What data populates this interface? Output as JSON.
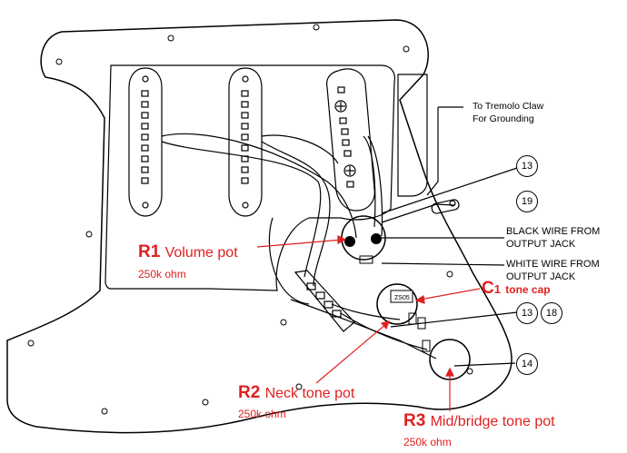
{
  "labels": {
    "r1": {
      "id": "R1",
      "name": "Volume pot",
      "value": "250k ohm"
    },
    "r2": {
      "id": "R2",
      "name": "Neck tone pot",
      "value": "250k ohm"
    },
    "r3": {
      "id": "R3",
      "name": "Mid/bridge tone pot",
      "value": "250k ohm"
    },
    "c1": {
      "id": "C",
      "sub": "1",
      "name": "tone cap"
    }
  },
  "notes": {
    "tremolo_line1": "To Tremolo Claw",
    "tremolo_line2": "For Grounding",
    "black_line1": "BLACK WIRE  FROM",
    "black_line2": "OUTPUT JACK",
    "white_line1": "WHITE WIRE FROM",
    "white_line2": "OUTPUT JACK"
  },
  "callouts": [
    "13",
    "19",
    "13",
    "18",
    "14"
  ],
  "cap_marking": "ZS05",
  "colors": {
    "annotation": "#e02020",
    "line": "#000000",
    "background": "#ffffff"
  }
}
